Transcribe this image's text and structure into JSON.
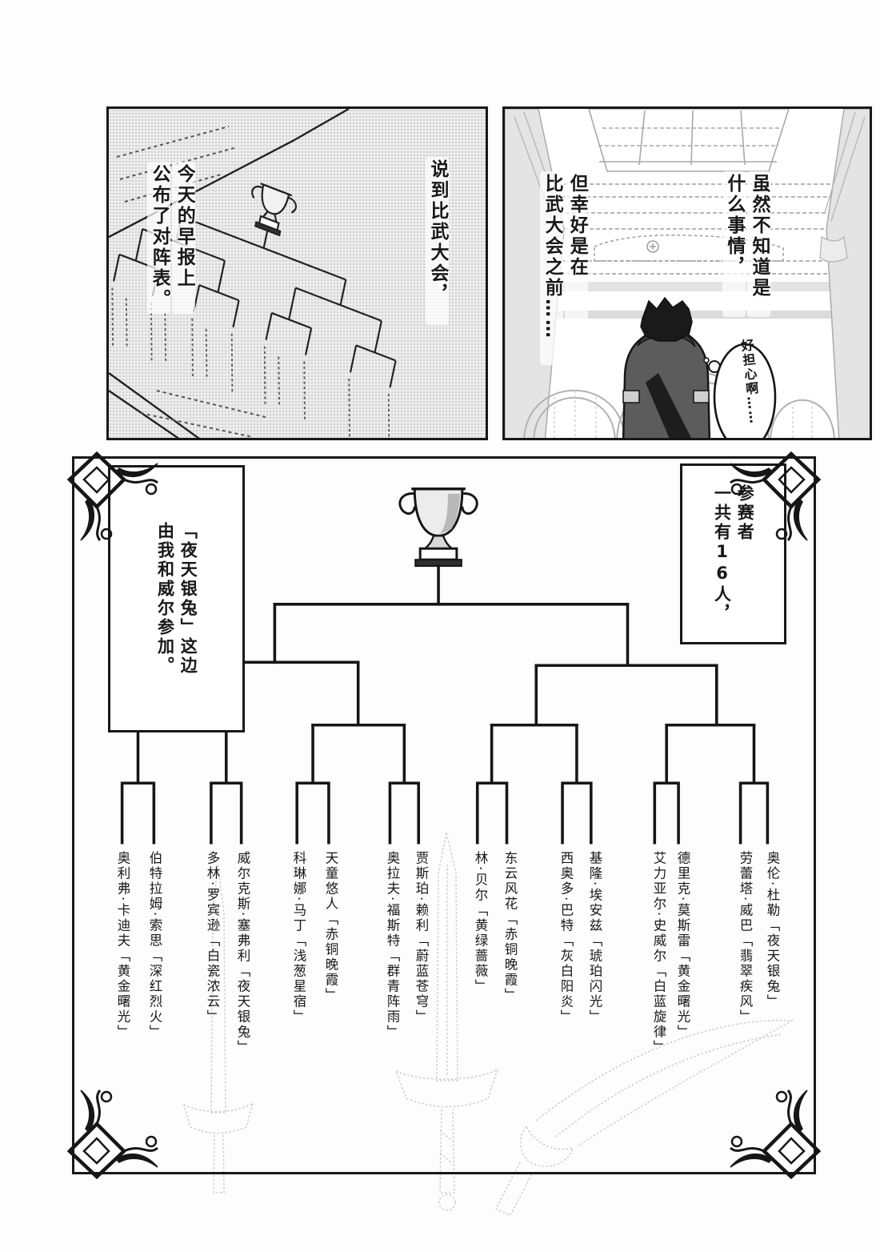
{
  "panel_newspaper": {
    "caption_topic_lines": [
      "说到比武大会，"
    ],
    "caption_report_lines": [
      "今天的早报上",
      "公布了对阵表。"
    ]
  },
  "panel_hall": {
    "caption_wonder_lines": [
      "虽然不知道是",
      "什么事情，"
    ],
    "caption_relief_lines": [
      "但幸好是在",
      "比武大会之前……"
    ],
    "speech_bubble_text": "好担心啊……"
  },
  "bracket": {
    "note_team_lines": [
      "「夜天银兔」这边",
      "由我和威尔参加。"
    ],
    "note_count_lines": [
      "参赛者",
      "一共有16人，"
    ],
    "participants_left_to_right": [
      "奥利弗·卡迪夫「黄金曙光」",
      "伯特拉姆·索思「深红烈火」",
      "多林·罗宾逊「白瓷浓云」",
      "威尔克斯·塞弗利「夜天银兔」",
      "科琳娜·马丁「浅葱星宿」",
      "天童悠人「赤铜晚霞」",
      "奥拉夫·福斯特「群青阵雨」",
      "贾斯珀·赖利「蔚蓝苍穹」",
      "林·贝尔「黄绿蔷薇」",
      "东云风花「赤铜晚霞」",
      "西奥多·巴特「灰白阳炎」",
      "基隆·埃安兹「琥珀闪光」",
      "艾力亚尔·史威尔「白蓝旋律」",
      "德里克·莫斯雷「黄金曙光」",
      "劳蕾塔·威巴「翡翠疾风」",
      "奥伦·杜勒「夜天银兔」"
    ]
  },
  "icons": {
    "trophy": "🏆",
    "corner_flourish": "filigree-ornament"
  }
}
